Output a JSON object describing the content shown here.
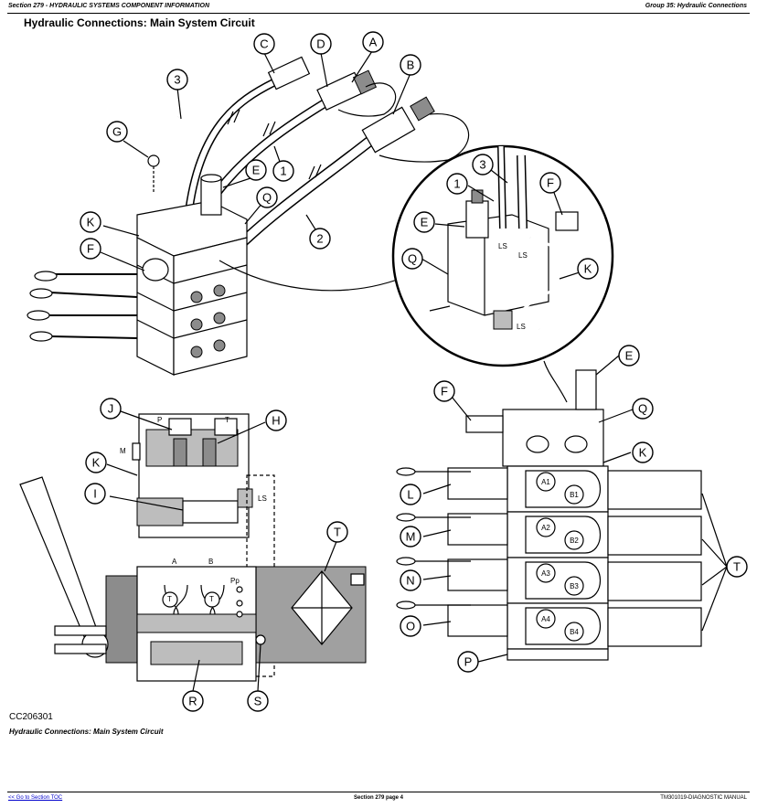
{
  "header": {
    "left": "Section 279 - HYDRAULIC SYSTEMS COMPONENT INFORMATION",
    "right": "Group 35: Hydraulic Connections"
  },
  "title": "Hydraulic Connections: Main System Circuit",
  "figure": {
    "id": "CC206301",
    "caption": "Hydraulic Connections: Main System Circuit",
    "callouts": {
      "c": "C",
      "d": "D",
      "a": "A",
      "b": "B",
      "three_top": "3",
      "g": "G",
      "e_top": "E",
      "one_top": "1",
      "q_top": "Q",
      "k_top": "K",
      "f_top": "F",
      "two": "2",
      "three_det": "3",
      "one_det": "1",
      "f_det": "F",
      "e_det": "E",
      "q_det": "Q",
      "k_det": "K",
      "j": "J",
      "h": "H",
      "k_cut": "K",
      "i": "I",
      "t_circ": "T",
      "r": "R",
      "s": "S",
      "e_right": "E",
      "f_right": "F",
      "q_right": "Q",
      "k_right": "K",
      "l": "L",
      "m": "M",
      "n": "N",
      "o": "O",
      "p": "P",
      "t_right": "T"
    },
    "section_labels": {
      "p": "P",
      "t": "T",
      "m": "M",
      "ls": "LS",
      "a": "A",
      "b": "B",
      "pp": "Pp",
      "t1": "T",
      "t2": "T"
    },
    "port_labels": [
      "A1",
      "B1",
      "A2",
      "B2",
      "A3",
      "B3",
      "A4",
      "B4"
    ]
  },
  "footer": {
    "left": "<< Go to Section TOC",
    "center": "Section 279 page 4",
    "right": "TM301019-DIAGNOSTIC MANUAL"
  }
}
